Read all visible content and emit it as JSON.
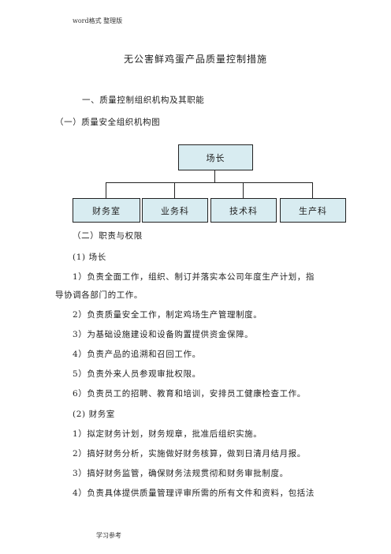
{
  "header": {
    "text": "word格式 整理版"
  },
  "footer": {
    "text": "学习参考"
  },
  "doc": {
    "title": "无公害鲜鸡蛋产品质量控制措施",
    "section1": "一、质量控制组织机构及其职能",
    "sub1": "（一）质量安全组织机构图",
    "sub2": "（二）职责与权限",
    "s1_head": "(1) 场长",
    "s1_item1_a": "1）负责全面工作，组织、制订并落实本公司年度生产计划，指",
    "s1_item1_b": "导协调各部门的工作。",
    "s1_item2": "2）负责质量安全工作，制定鸡场生产管理制度。",
    "s1_item3": "3）为基础设施建设和设备购置提供资金保障。",
    "s1_item4": "4）负责产品的追溯和召回工作。",
    "s1_item5": "5）负责外来人员参观审批权限。",
    "s1_item6": "6）负责员工的招聘、教育和培训，安排员工健康检查工作。",
    "s2_head": "(2) 财务室",
    "s2_item1": "1）拟定财务计划，财务规章，批准后组织实施。",
    "s2_item2": "2）搞好财务分析，实施做好财务核算，做到日清月结月报。",
    "s2_item3": "3）搞好财务监管，确保财务法规贯彻和财务审批制度。",
    "s2_item4": "4）负责具体提供质量管理评审所需的所有文件和资料，包括法"
  },
  "org_chart": {
    "root": "场长",
    "children": [
      "财务室",
      "业务科",
      "技术科",
      "生产科"
    ],
    "box_color": "#d8ecf1"
  }
}
